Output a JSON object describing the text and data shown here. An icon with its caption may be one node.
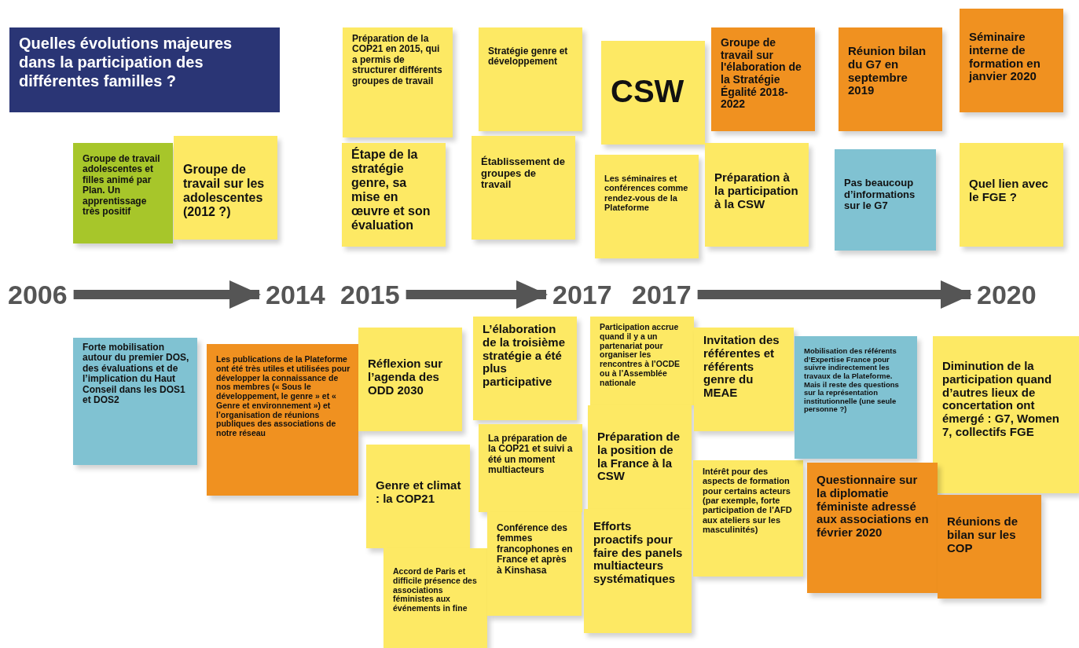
{
  "diagram": {
    "title": "Quelles évolutions majeures dans la participation des différentes familles ?",
    "nodes": [
      {
        "text": [
          "2006"
        ]
      },
      {
        "text": [
          "2014"
        ]
      },
      {
        "text": [
          "2015"
        ]
      },
      {
        "text": [
          "2017"
        ]
      },
      {
        "text": [
          "2017"
        ]
      },
      {
        "text": [
          "2020"
        ]
      },
      {
        "text": [
          "Groupe de travail adolescentes et filles animé par Plan. Un apprentissage très positif"
        ]
      },
      {
        "text": [
          "Groupe de travail sur les adolescentes (2012 ?)"
        ]
      },
      {
        "text": [
          "Préparation de la COP21 en 2015, qui a permis de structurer différents groupes de travail"
        ]
      },
      {
        "text": [
          "Étape de la stratégie genre, sa mise en œuvre et son évaluation"
        ]
      },
      {
        "text": [
          "Stratégie genre et développement"
        ]
      },
      {
        "text": [
          "Établissement de groupes de travail"
        ]
      },
      {
        "text": [
          "CSW"
        ]
      },
      {
        "text": [
          "Les séminaires et conférences comme rendez-vous de la Plateforme"
        ]
      },
      {
        "text": [
          "Groupe de travail sur l'élaboration de la Stratégie Égalité 2018-2022"
        ]
      },
      {
        "text": [
          "Préparation à la participation à la CSW"
        ]
      },
      {
        "text": [
          "Réunion bilan du G7 en septembre 2019"
        ]
      },
      {
        "text": [
          "Pas beaucoup d’informations sur le G7"
        ]
      },
      {
        "text": [
          "Séminaire interne de formation en janvier 2020"
        ]
      },
      {
        "text": [
          "Quel lien avec le FGE ?"
        ]
      },
      {
        "text": [
          "Forte mobilisation autour du premier DOS, des évaluations et de l’implication du Haut Conseil dans les DOS1 et DOS2"
        ]
      },
      {
        "text": [
          "Les publications de la Plateforme ont été très utiles et utilisées pour développer la connaissance de nos membres (« Sous le développement, le genre » et « Genre et environnement ») et l’organisation de réunions publiques des associations de notre réseau"
        ]
      },
      {
        "text": [
          "Réflexion sur l’agenda des ODD 2030"
        ]
      },
      {
        "text": [
          "Genre et climat : la COP21"
        ]
      },
      {
        "text": [
          "Accord de Paris et difficile présence des associations féministes aux événements in fine"
        ]
      },
      {
        "text": [
          "L’élaboration de la troisième stratégie a été plus participative"
        ]
      },
      {
        "text": [
          "La préparation de la COP21 et suivi a été un moment multiacteurs"
        ]
      },
      {
        "text": [
          "Conférence des femmes francophones en France et après à Kinshasa"
        ]
      },
      {
        "text": [
          "Participation accrue quand il y a un partenariat pour organiser les rencontres à l’OCDE ou à l’Assemblée nationale"
        ]
      },
      {
        "text": [
          "Préparation de la position de la France à la CSW"
        ]
      },
      {
        "text": [
          "Efforts proactifs pour faire des panels multiacteurs systématiques"
        ]
      },
      {
        "text": [
          "Invitation des référentes et référents genre du MEAE"
        ]
      },
      {
        "text": [
          "Intérêt pour des aspects de formation pour certains acteurs (par exemple, forte participation de l’AFD aux ateliers sur les masculinités)"
        ]
      },
      {
        "text": [
          "Mobilisation des référents d’Expertise France pour suivre indirectement les travaux de la Plateforme. Mais il reste des questions sur la représentation institutionnelle (une seule personne ?)"
        ]
      },
      {
        "text": [
          "Diminution de la participation quand d’autres lieux de concertation ont émergé : G7, Women 7, collectifs FGE"
        ]
      },
      {
        "text": [
          "Questionnaire sur la diplomatie féministe adressé aux associations en février 2020"
        ]
      },
      {
        "text": [
          "Réunions de bilan sur les COP"
        ]
      }
    ],
    "edges": [
      {
        "from": 0,
        "to": 1,
        "arrow": "to"
      },
      {
        "from": 2,
        "to": 3,
        "arrow": "to"
      },
      {
        "from": 4,
        "to": 5,
        "arrow": "to"
      }
    ]
  }
}
